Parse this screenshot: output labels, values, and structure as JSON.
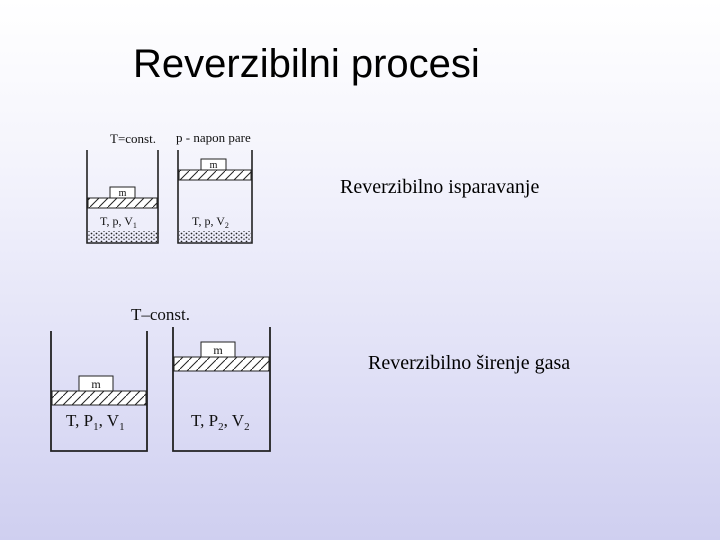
{
  "slide": {
    "title": "Reverzibilni procesi"
  },
  "diagram_top": {
    "label_temp": "T=const.",
    "label_pressure": "p - napon pare",
    "left_cylinder": {
      "weight": "m",
      "state": [
        "T",
        "p",
        "V",
        "1"
      ]
    },
    "right_cylinder": {
      "weight": "m",
      "state": [
        "T",
        "p",
        "V",
        "2"
      ]
    },
    "caption": "Reverzibilno isparavanje"
  },
  "diagram_bottom": {
    "label_temp": "T–const.",
    "left_cylinder": {
      "weight": "m",
      "state": [
        "T",
        "P",
        "1",
        "V",
        "1"
      ]
    },
    "right_cylinder": {
      "weight": "m",
      "state": [
        "T",
        "P",
        "2",
        "V",
        "2"
      ]
    },
    "caption": "Reverzibilno širenje gasa"
  }
}
